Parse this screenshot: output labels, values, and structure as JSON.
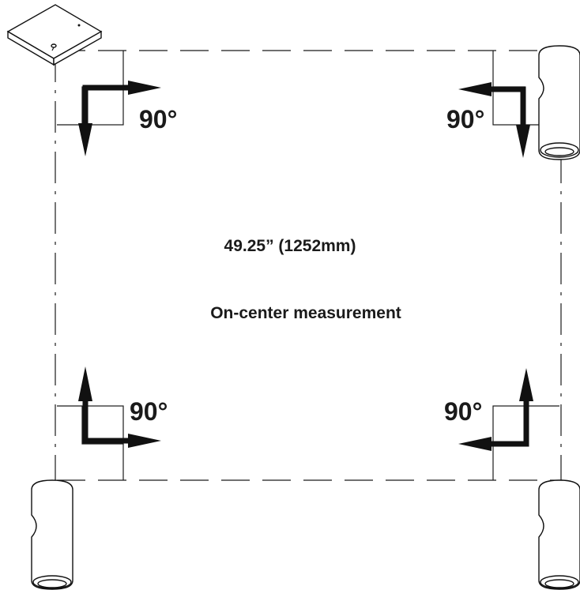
{
  "angle_labels": {
    "top_left": "90°",
    "top_right": "90°",
    "bottom_left": "90°",
    "bottom_right": "90°"
  },
  "dimension": "49.25” (1252mm)",
  "note": "On-center measurement"
}
